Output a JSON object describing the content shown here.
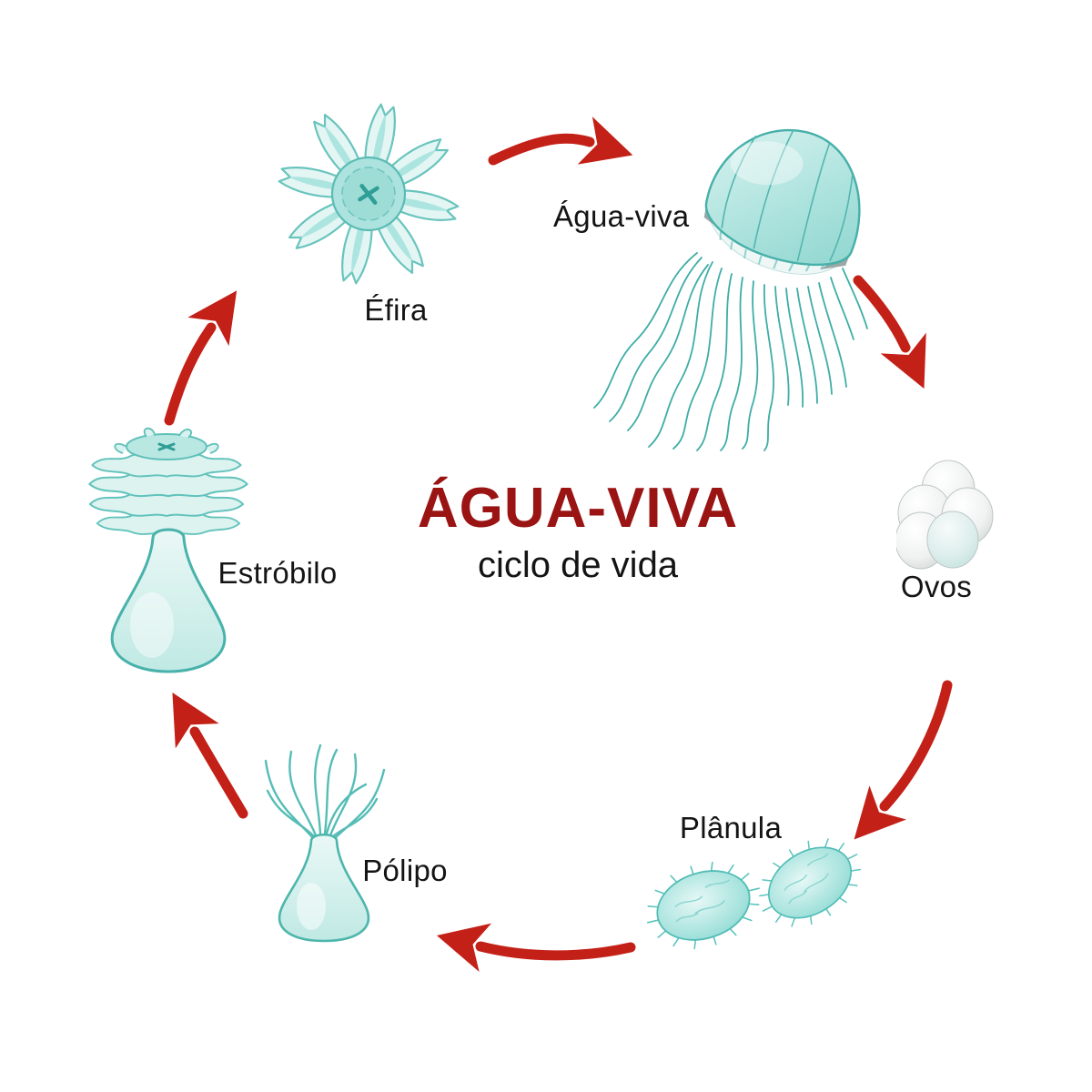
{
  "diagram": {
    "title": "ÁGUA-VIVA",
    "subtitle": "ciclo de vida",
    "stages": {
      "medusa": {
        "label": "Água-viva",
        "illustration": "jellyfish-medusa"
      },
      "ovos": {
        "label": "Ovos",
        "illustration": "egg-cluster"
      },
      "planula": {
        "label": "Plânula",
        "illustration": "planula-larvae"
      },
      "polipo": {
        "label": "Pólipo",
        "illustration": "polyp"
      },
      "estrobilo": {
        "label": "Estróbilo",
        "illustration": "strobila"
      },
      "efira": {
        "label": "Éfira",
        "illustration": "ephyra"
      }
    },
    "cycle_order": [
      "Éfira",
      "Água-viva",
      "Ovos",
      "Plânula",
      "Pólipo",
      "Estróbilo"
    ],
    "colors": {
      "arrow_red": "#c32017",
      "title_red": "#9a1414",
      "label_text": "#141414",
      "teal_outline": "#4ab4ad",
      "teal_fill_light": "#d9f3f0",
      "teal_fill": "#9fe0da",
      "egg_gray": "#cfd4d2",
      "background": "#ffffff"
    }
  }
}
